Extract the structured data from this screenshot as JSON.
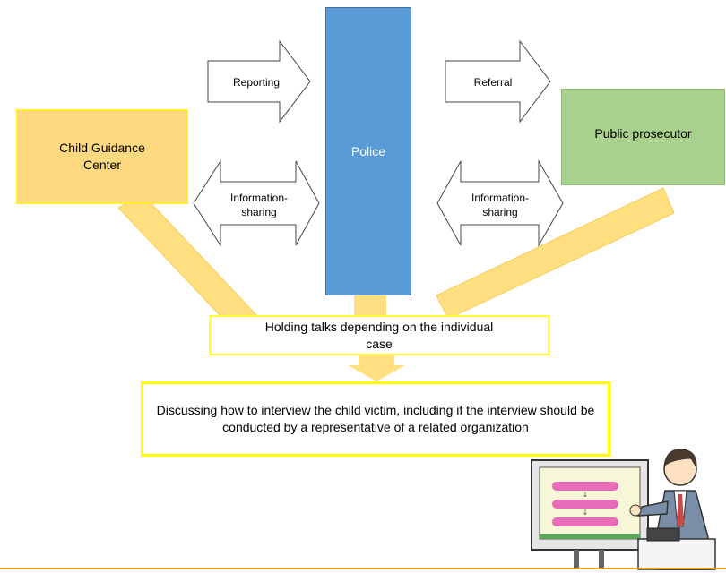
{
  "nodes": {
    "child_center": "Child Guidance Center",
    "police": "Police",
    "prosecutor": "Public prosecutor",
    "talks": "Holding talks depending on the individual case",
    "discuss": "Discussing how to interview the child victim, including if the interview should be conducted by a representative of a related organization"
  },
  "arrows": {
    "reporting": "Reporting",
    "referral": "Referral",
    "info_left_line1": "Information-",
    "info_left_line2": "sharing",
    "info_right_line1": "Information-",
    "info_right_line2": "sharing"
  },
  "colors": {
    "child_center_fill": "#ffd980",
    "police_fill": "#5b9bd5",
    "prosecutor_fill": "#a9d18e",
    "connector": "#ffdf7f",
    "box_outline": "#ffff00"
  },
  "illustration": "presenter-at-screen"
}
